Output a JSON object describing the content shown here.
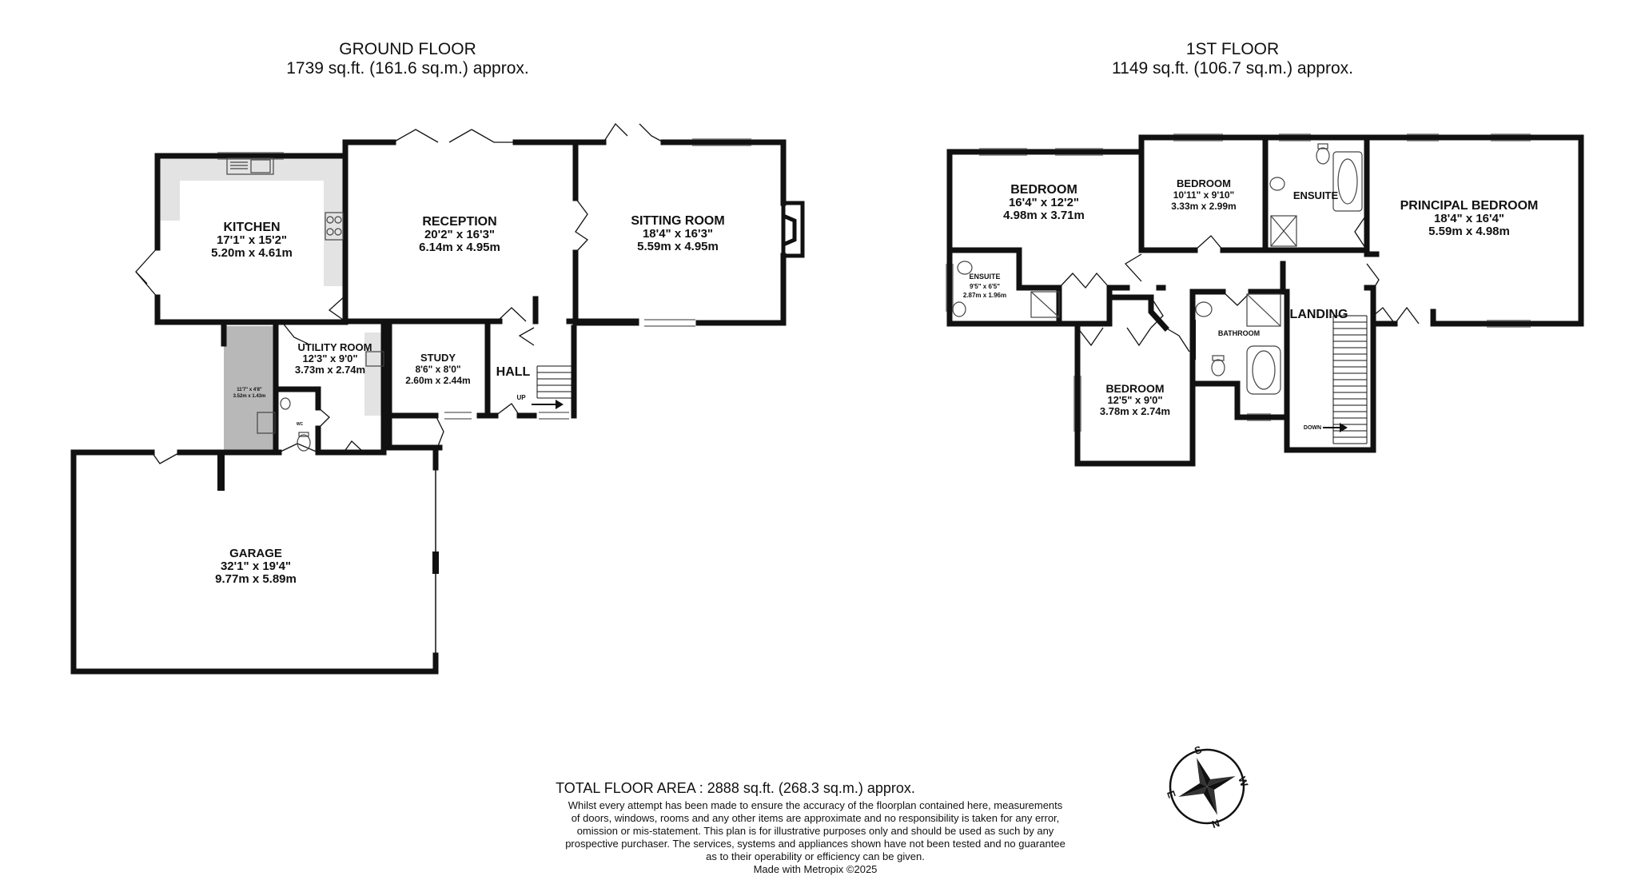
{
  "ground_floor": {
    "title": "GROUND FLOOR",
    "area": "1739 sq.ft. (161.6 sq.m.) approx.",
    "rooms": [
      {
        "name": "KITCHEN",
        "imperial": "17'1\"  x 15'2\"",
        "metric": "5.20m  x 4.61m"
      },
      {
        "name": "RECEPTION",
        "imperial": "20'2\"  x 16'3\"",
        "metric": "6.14m  x 4.95m"
      },
      {
        "name": "SITTING ROOM",
        "imperial": "18'4\"  x 16'3\"",
        "metric": "5.59m  x 4.95m"
      },
      {
        "name": "UTILITY ROOM",
        "imperial": "12'3\"  x 9'0\"",
        "metric": "3.73m  x 2.74m"
      },
      {
        "name": "STUDY",
        "imperial": "8'6\"  x 8'0\"",
        "metric": "2.60m  x 2.44m"
      },
      {
        "name": "HALL",
        "imperial": "",
        "metric": ""
      },
      {
        "name": "GARAGE",
        "imperial": "32'1\"  x 19'4\"",
        "metric": "9.77m  x 5.89m"
      }
    ],
    "store": {
      "imperial": "11'7\"  x 4'8\"",
      "metric": "3.52m  x 1.43m"
    },
    "wc_label": "WC",
    "stairs_label": "UP"
  },
  "first_floor": {
    "title": "1ST FLOOR",
    "area": "1149 sq.ft. (106.7 sq.m.) approx.",
    "rooms": [
      {
        "name": "BEDROOM",
        "imperial": "16'4\"  x 12'2\"",
        "metric": "4.98m  x 3.71m"
      },
      {
        "name": "BEDROOM",
        "imperial": "10'11\"  x 9'10\"",
        "metric": "3.33m  x 2.99m"
      },
      {
        "name": "ENSUITE",
        "imperial": "",
        "metric": ""
      },
      {
        "name": "PRINCIPAL BEDROOM",
        "imperial": "18'4\"  x 16'4\"",
        "metric": "5.59m  x 4.98m"
      },
      {
        "name": "ENSUITE",
        "imperial": "9'5\"  x 6'5\"",
        "metric": "2.87m  x 1.96m"
      },
      {
        "name": "BATHROOM",
        "imperial": "",
        "metric": ""
      },
      {
        "name": "LANDING",
        "imperial": "",
        "metric": ""
      },
      {
        "name": "BEDROOM",
        "imperial": "12'5\"  x 9'0\"",
        "metric": "3.78m  x 2.74m"
      }
    ],
    "stairs_label": "DOWN"
  },
  "compass": {
    "labels": [
      "S",
      "W",
      "N",
      "E"
    ]
  },
  "total_area": "TOTAL FLOOR AREA : 2888 sq.ft. (268.3 sq.m.) approx.",
  "disclaimer": [
    "Whilst every attempt has been made to ensure the accuracy of the floorplan contained here, measurements",
    "of doors, windows, rooms and any other items are approximate and no responsibility is taken for any error,",
    "omission or mis-statement. This plan is for illustrative purposes only and should be used as such by any",
    "prospective purchaser. The services, systems and appliances shown have not been tested and no guarantee",
    "as to their operability or efficiency can be given."
  ],
  "credit": "Made with Metropix ©2025",
  "colors": {
    "wall": "#111111",
    "fitted_units": "#e3e3e3",
    "store": "#b8b8b8",
    "background": "#ffffff"
  }
}
